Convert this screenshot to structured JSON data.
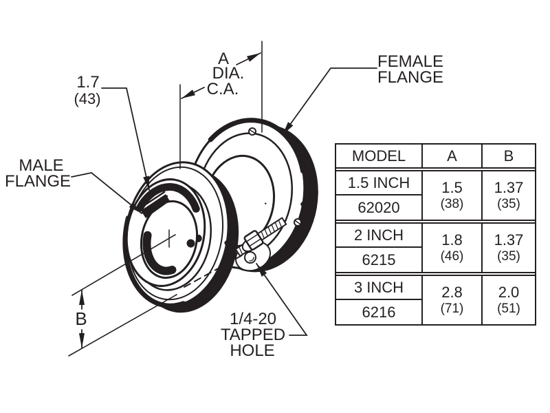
{
  "figure": {
    "labels": {
      "dim_a": [
        "A",
        "DIA.",
        "C.A."
      ],
      "dim_17": [
        "1.7",
        "(43)"
      ],
      "male_flange": [
        "MALE",
        "FLANGE"
      ],
      "female_flange": [
        "FEMALE",
        "FLANGE"
      ],
      "dim_b": "B",
      "tapped_hole": [
        "1/4-20",
        "TAPPED",
        "HOLE"
      ]
    }
  },
  "table": {
    "headers": [
      "MODEL",
      "A",
      "B"
    ],
    "rows": [
      {
        "model_size": "1.5 INCH",
        "model_number": "62020",
        "a_in": "1.5",
        "a_mm": "(38)",
        "b_in": "1.37",
        "b_mm": "(35)"
      },
      {
        "model_size": "2 INCH",
        "model_number": "6215",
        "a_in": "1.8",
        "a_mm": "(46)",
        "b_in": "1.37",
        "b_mm": "(35)"
      },
      {
        "model_size": "3 INCH",
        "model_number": "6216",
        "a_in": "2.8",
        "a_mm": "(71)",
        "b_in": "2.0",
        "b_mm": "(51)"
      }
    ]
  },
  "colors": {
    "ink": "#231f20",
    "background": "#ffffff"
  }
}
